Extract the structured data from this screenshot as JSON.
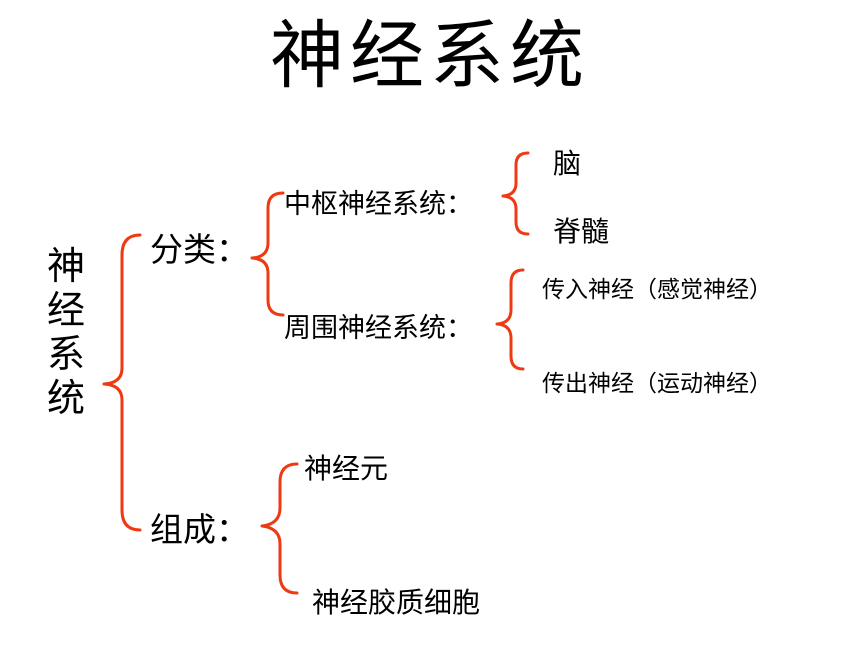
{
  "title": "神经系统",
  "root": "神经系统",
  "accent_color": "#ee3a12",
  "classification": {
    "label": "分类：",
    "central": {
      "label": "中枢神经系统：",
      "children": [
        "脑",
        "脊髓"
      ]
    },
    "peripheral": {
      "label": "周围神经系统：",
      "children": [
        "传入神经（感觉神经）",
        "传出神经（运动神经）"
      ]
    }
  },
  "composition": {
    "label": "组成：",
    "children": [
      "神经元",
      "神经胶质细胞"
    ]
  }
}
